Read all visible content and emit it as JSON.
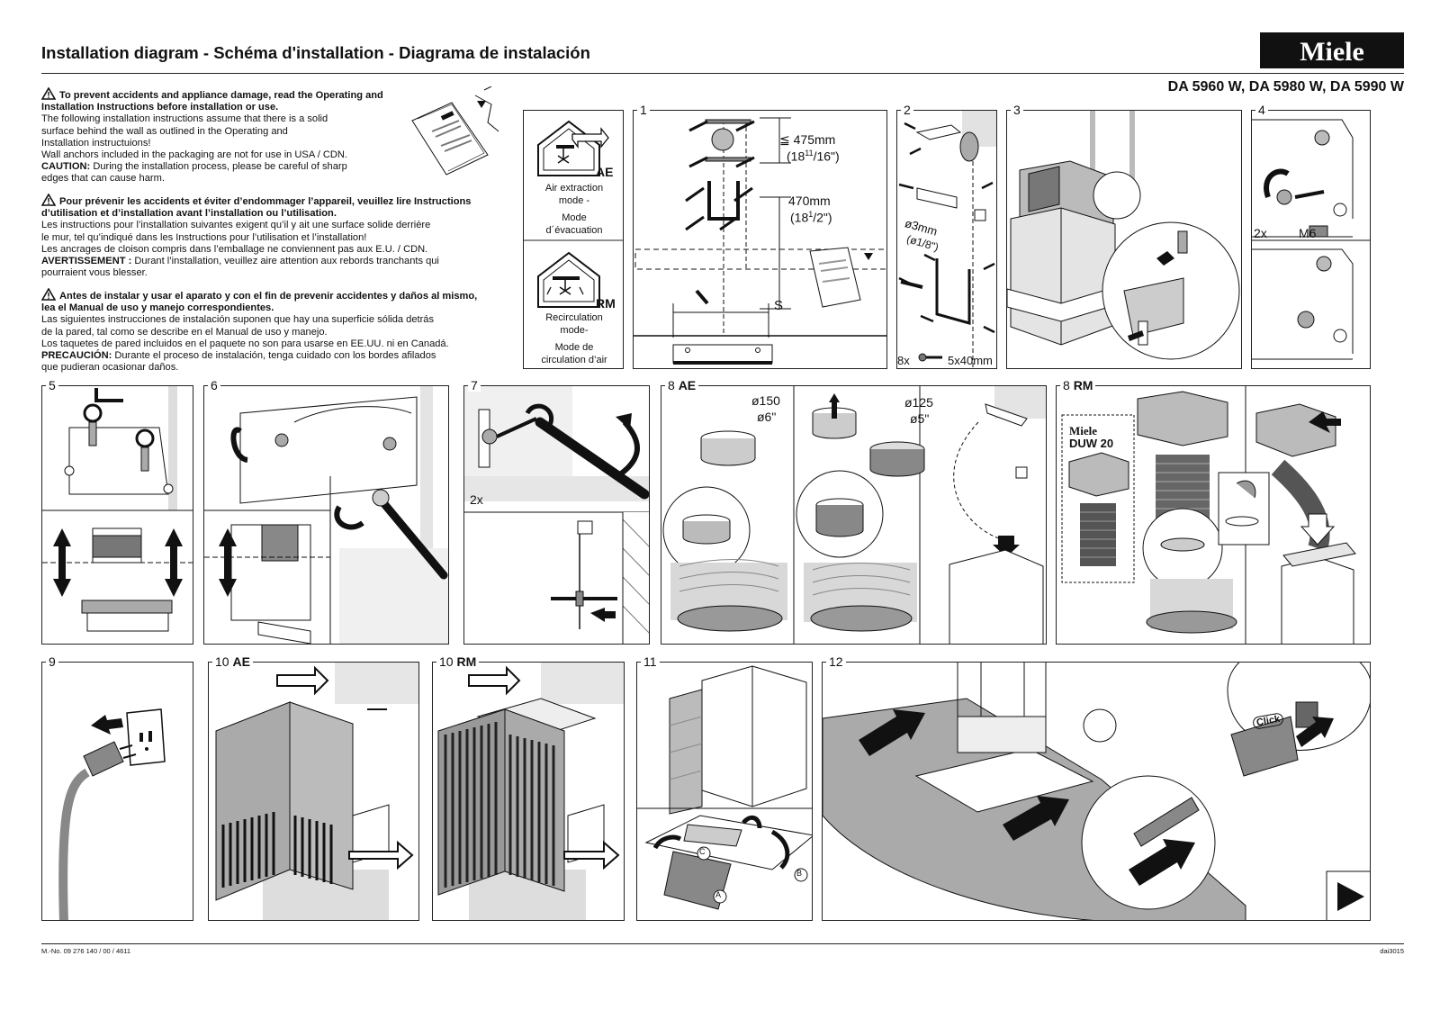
{
  "header": {
    "title": "Installation diagram  -  Schéma d'installation  -  Diagrama de instalación",
    "brand": "Miele",
    "models": "DA 5960 W, DA 5980 W, DA 5990 W"
  },
  "warnings": {
    "en": {
      "lead1": "To prevent accidents and appliance damage, read the Operating and",
      "lead2": "Installation Instructions before installation or use.",
      "l1": "The following installation instructions assume that there is a solid",
      "l2": "surface behind the wall as outlined in the Operating and",
      "l3": "Installation instructuions!",
      "l4": "Wall anchors included in the packaging are not for use in USA / CDN.",
      "caution_label": "CAUTION:",
      "caution_text": " During the installation process, please be careful of sharp",
      "l5": "edges that can cause harm."
    },
    "fr": {
      "lead1": "Pour prévenir les accidents et éviter d’endommager l’appareil, veuillez lire Instructions",
      "lead2": "d’utilisation et d’installation avant l’installation ou l’utilisation.",
      "l1": "Les instructions pour l’installation suivantes exigent qu’il y ait une surface solide derrière",
      "l2": "le mur, tel qu’indiqué dans les Instructions pour l’utilisation et l’installation!",
      "l3": "Les ancrages de cloison compris dans l’emballage ne conviennent pas aux E.U. / CDN.",
      "caution_label": "AVERTISSEMENT :",
      "caution_text": " Durant l’installation, veuillez aire attention aux rebords tranchants qui",
      "l4": "pourraient vous blesser."
    },
    "es": {
      "lead1": "Antes de instalar y usar el aparato y con el fin de prevenir accidentes y daños al mismo,",
      "lead2": "lea el Manual de uso y manejo correspondientes.",
      "l1": "Las siguientes instrucciones de instalación suponen que hay una superficie sólida detrás",
      "l2": "de la pared, tal como se describe en el Manual de uso y manejo.",
      "l3": "Los taquetes de pared incluidos en el paquete no son para usarse en EE.UU. ni en Canadá.",
      "caution_label": "PRECAUCIÓN:",
      "caution_text": " Durante el proceso de instalación, tenga cuidado con los bordes afilados",
      "l4": "que pudieran ocasionar daños."
    }
  },
  "modes": {
    "ae": {
      "code": "AE",
      "l1": "Air extraction",
      "l2": "mode -",
      "l3": "Mode",
      "l4": "d´évacuation"
    },
    "rm": {
      "code": "RM",
      "l1": "Recirculation",
      "l2": "mode-",
      "l3": "Mode de",
      "l4": "circulation d’air"
    }
  },
  "steps": {
    "s1": {
      "num": "1",
      "dim1": "≦ 475mm",
      "dim1b": "(18",
      "dim1sup": "11",
      "dim1c": "/16\")",
      "dim2": "470mm",
      "dim2b": "(18",
      "dim2sup": "1",
      "dim2c": "/2\")",
      "s": "S"
    },
    "s2": {
      "num": "2",
      "dia": "ø3mm",
      "dia2": "(ø1/8\")",
      "screws": "8x",
      "screwsize": "5x40mm"
    },
    "s3": {
      "num": "3"
    },
    "s4": {
      "num": "4",
      "qty": "2x",
      "nut": "M6"
    },
    "s5": {
      "num": "5"
    },
    "s6": {
      "num": "6"
    },
    "s7": {
      "num": "7",
      "qty": "2x"
    },
    "s8ae": {
      "num": "8",
      "mode": "AE",
      "d1": "ø150",
      "d1b": "ø6\"",
      "d2": "ø125",
      "d2b": "ø5\""
    },
    "s8rm": {
      "num": "8",
      "mode": "RM",
      "brand": "Miele",
      "kit": "DUW 20"
    },
    "s9": {
      "num": "9"
    },
    "s10ae": {
      "num": "10",
      "mode": "AE"
    },
    "s10rm": {
      "num": "10",
      "mode": "RM"
    },
    "s11": {
      "num": "11",
      "a": "A",
      "b": "B",
      "c": "C"
    },
    "s12": {
      "num": "12",
      "click": "Click"
    }
  },
  "footer": {
    "docno": "M.-No. 09 276 140 / 00 / 4611",
    "code": "dai3015"
  }
}
